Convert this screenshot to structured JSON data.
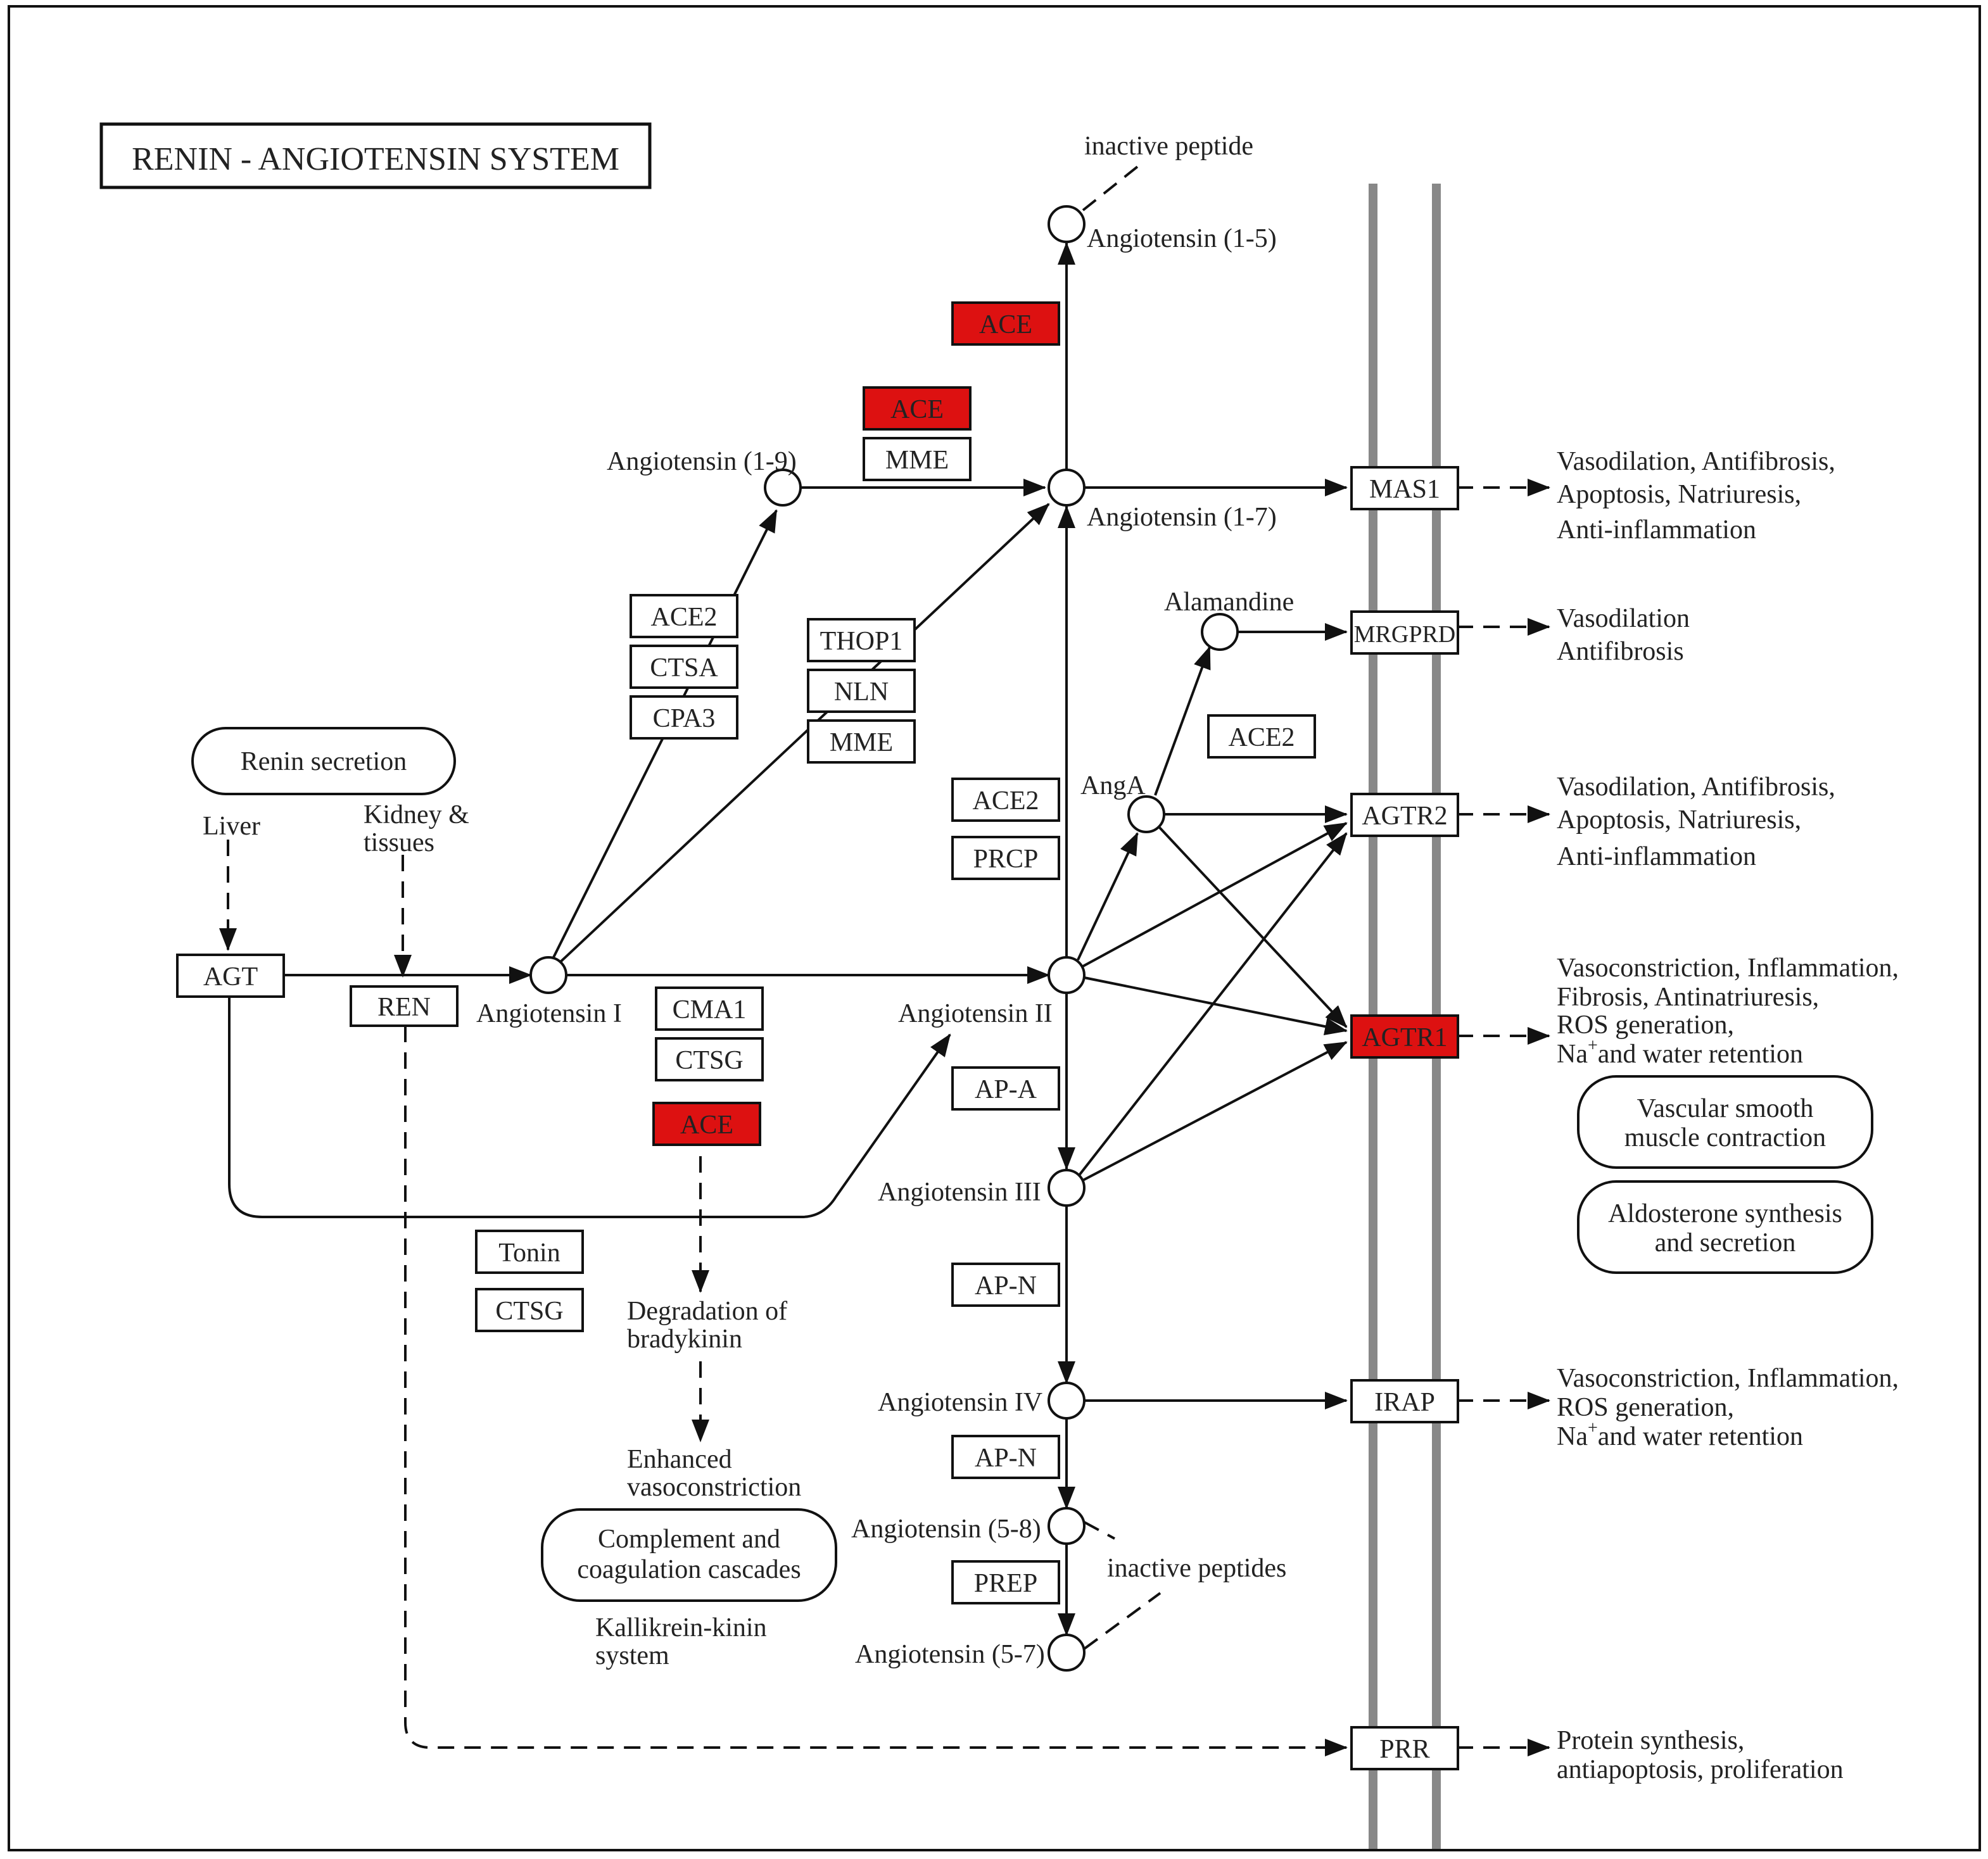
{
  "title": "RENIN - ANGIOTENSIN  SYSTEM",
  "colors": {
    "highlight": "#dd1111",
    "line": "#111111",
    "membrane": "#888888",
    "text": "#222222"
  },
  "genes": {
    "agt": "AGT",
    "ren": "REN",
    "ace2_a": "ACE2",
    "ctsa": "CTSA",
    "cpa3": "CPA3",
    "thop1": "THOP1",
    "nln": "NLN",
    "mme_a": "MME",
    "ace_top": "ACE",
    "ace_mid": "ACE",
    "mme_b": "MME",
    "ace2_b": "ACE2",
    "prcp": "PRCP",
    "ace2_c": "ACE2",
    "cma1": "CMA1",
    "ctsg_a": "CTSG",
    "ace_low": "ACE",
    "apa": "AP-A",
    "apn_a": "AP-N",
    "apn_b": "AP-N",
    "prep": "PREP",
    "tonin": "Tonin",
    "ctsg_b": "CTSG",
    "mas1": "MAS1",
    "mrgprd": "MRGPRD",
    "agtr2": "AGTR2",
    "agtr1": "AGTR1",
    "irap": "IRAP",
    "prr": "PRR"
  },
  "compounds": {
    "ang1": "Angiotensin I",
    "ang19": "Angiotensin (1-9)",
    "ang17": "Angiotensin (1-7)",
    "ang15": "Angiotensin (1-5)",
    "ang2": "Angiotensin II",
    "ang3": "Angiotensin III",
    "ang4": "Angiotensin IV",
    "ang58": "Angiotensin (5-8)",
    "ang57": "Angiotensin (5-7)",
    "anga": "AngA",
    "alamandine": "Alamandine"
  },
  "labels": {
    "inactive_peptide": "inactive peptide",
    "inactive_peptides": "inactive peptides",
    "liver": "Liver",
    "kidney1": "Kidney &",
    "kidney2": "tissues",
    "degradation1": "Degradation of",
    "degradation2": "bradykinin",
    "enhanced1": "Enhanced",
    "enhanced2": "vasoconstriction",
    "kallikrein1": "Kallikrein-kinin",
    "kallikrein2": "system"
  },
  "pathways": {
    "renin_secretion": "Renin secretion",
    "complement1": "Complement and",
    "complement2": "coagulation cascades",
    "vascular1": "Vascular smooth",
    "vascular2": "muscle contraction",
    "aldosterone1": "Aldosterone synthesis",
    "aldosterone2": "and secretion"
  },
  "effects": {
    "mas1": [
      "Vasodilation, Antifibrosis,",
      "Apoptosis, Natriuresis,",
      "Anti-inflammation"
    ],
    "mrgprd": [
      "Vasodilation",
      "Antifibrosis"
    ],
    "agtr2": [
      "Vasodilation, Antifibrosis,",
      "Apoptosis, Natriuresis,",
      "Anti-inflammation"
    ],
    "agtr1": [
      "Vasoconstriction, Inflammation,",
      "Fibrosis, Antinatriuresis,",
      "ROS generation,",
      "Na",
      "+",
      "and water retention"
    ],
    "irap": [
      "Vasoconstriction, Inflammation,",
      "ROS generation,",
      "Na",
      "+",
      "and water retention"
    ],
    "prr": [
      "Protein synthesis,",
      "antiapoptosis, proliferation"
    ]
  }
}
